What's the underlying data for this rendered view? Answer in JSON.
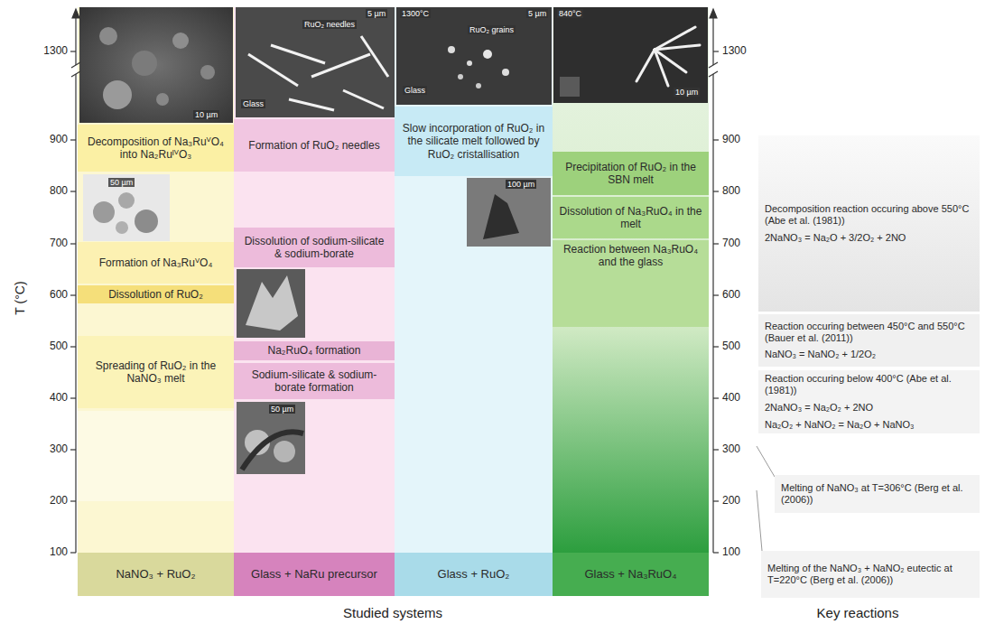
{
  "diagram": {
    "nodes": [
      {
        "text": [
          "NaNO₃ + RuO₂"
        ]
      },
      {
        "text": [
          "Glass + NaRu precursor"
        ]
      },
      {
        "text": [
          "Glass + RuO₂"
        ]
      },
      {
        "text": [
          "Glass + Na₃RuO₄"
        ]
      },
      {
        "text": [
          "Decomposition of Na₃RuⱽO₄ into Na₂RuᴵⱽO₃"
        ]
      },
      {
        "text": [
          "Formation of Na₃RuⱽO₄"
        ]
      },
      {
        "text": [
          "Dissolution of RuO₂"
        ]
      },
      {
        "text": [
          "Spreading of RuO₂ in the NaNO₃ melt"
        ]
      },
      {
        "text": [
          "Formation of RuO₂ needles"
        ]
      },
      {
        "text": [
          "Dissolution of sodium-silicate & sodium-borate"
        ]
      },
      {
        "text": [
          "Na₂RuO₄ formation"
        ]
      },
      {
        "text": [
          "Sodium-silicate & sodium-borate formation"
        ]
      },
      {
        "text": [
          "Slow incorporation of RuO₂ in the silicate melt followed by RuO₂ cristallisation"
        ]
      },
      {
        "text": [
          "Precipitation of RuO₂ in the SBN melt"
        ]
      },
      {
        "text": [
          "Dissolution of Na₃RuO₄ in the melt"
        ]
      },
      {
        "text": [
          "Reaction between Na₃RuO₄ and the glass"
        ]
      },
      {
        "text": [
          "Decomposition reaction occuring above 550°C (Abe et al. (1981))",
          "2NaNO₃ = Na₂O + 3/2O₂ + 2NO"
        ]
      },
      {
        "text": [
          "Reaction occuring between 450°C and 550°C (Bauer et al. (2011))",
          "NaNO₃ = NaNO₂ + 1/2O₂"
        ]
      },
      {
        "text": [
          "Reaction occuring below 400°C (Abe et al. (1981))",
          "2NaNO₃ = Na₂O₂ + 2NO",
          "Na₂O₂ + NaNO₂ = Na₂O + NaNO₃"
        ]
      },
      {
        "text": [
          "Melting of NaNO₃ at T=306°C (Berg et al. (2006))"
        ]
      },
      {
        "text": [
          "Melting of the NaNO₃ + NaNO₂ eutectic at T=220°C (Berg et al. (2006))"
        ]
      }
    ],
    "labels": [
      "T (°C)",
      "1300",
      "900",
      "800",
      "700",
      "600",
      "500",
      "400",
      "300",
      "200",
      "100",
      "1300",
      "900",
      "800",
      "700",
      "600",
      "500",
      "400",
      "300",
      "200",
      "100",
      "Studied systems",
      "Key reactions",
      "10 µm",
      "50 µm",
      "RuO₂ needles",
      "Glass",
      "5 µm",
      "1300°C",
      "RuO₂ grains",
      "Glass",
      "5 µm",
      "100 µm",
      "840°C",
      "10 µm",
      "50 µm"
    ]
  }
}
